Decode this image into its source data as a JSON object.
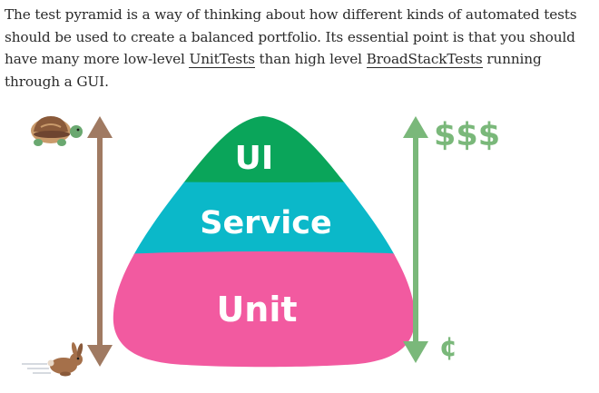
{
  "paragraph": {
    "text_1": "The test pyramid is a way of thinking about how different kinds of automated tests should be used to create a balanced portfolio. Its essential point is that you should have many more low-level ",
    "link_1": "UnitTests",
    "text_2": " than high level ",
    "link_2": "BroadStackTests",
    "text_3": " running through a GUI."
  },
  "pyramid": {
    "layers": [
      {
        "label": "UI",
        "color": "#0aa55a"
      },
      {
        "label": "Service",
        "color": "#0bb8c9"
      },
      {
        "label": "Unit",
        "color": "#f25aa0"
      }
    ]
  },
  "left_axis": {
    "top_icon": "turtle-icon",
    "bottom_icon": "rabbit-icon",
    "arrow_color": "#a07a62"
  },
  "right_axis": {
    "top_label": "$$$",
    "bottom_label": "¢",
    "arrow_color": "#7ab87a"
  }
}
